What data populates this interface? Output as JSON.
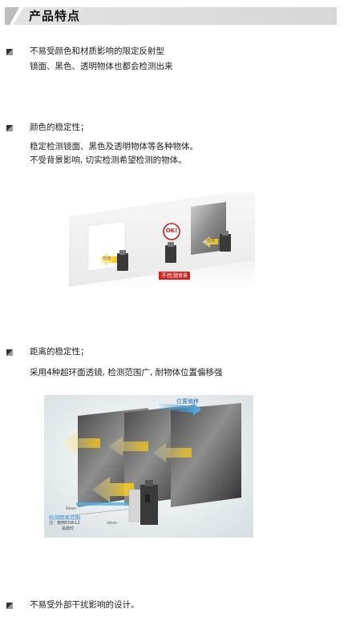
{
  "header": {
    "title": "产品特点"
  },
  "features": [
    {
      "heading": "不易受颜色和材质影响的限定反射型",
      "lines": [
        "镜面、黑色、透明物体也都会检测出来"
      ]
    },
    {
      "heading": "颜色的稳定性；",
      "lines": [
        "稳定检测镜面、黑色及透明物体等各种物体。",
        "不受背景影响, 切实检测希望检测的物体。"
      ]
    },
    {
      "heading": "距离的稳定性；",
      "lines": [
        "采用4种超环面透镜, 检测范围广, 耐物体位置偏移强"
      ]
    },
    {
      "heading": "不易受外部干扰影响的设计。",
      "lines": []
    }
  ],
  "figure1": {
    "ok_label": "OK!",
    "not_detect_label": "不检测",
    "not_detect_small": "背景",
    "arrow_label": "检测"
  },
  "figure2": {
    "shift_label": "位置偏移",
    "range_label": "检测距离范围",
    "note_line1": "注：使用E5W-L2",
    "note_line2": "黑纸时",
    "dist_40": "40mm",
    "dist_10": "10mm"
  }
}
